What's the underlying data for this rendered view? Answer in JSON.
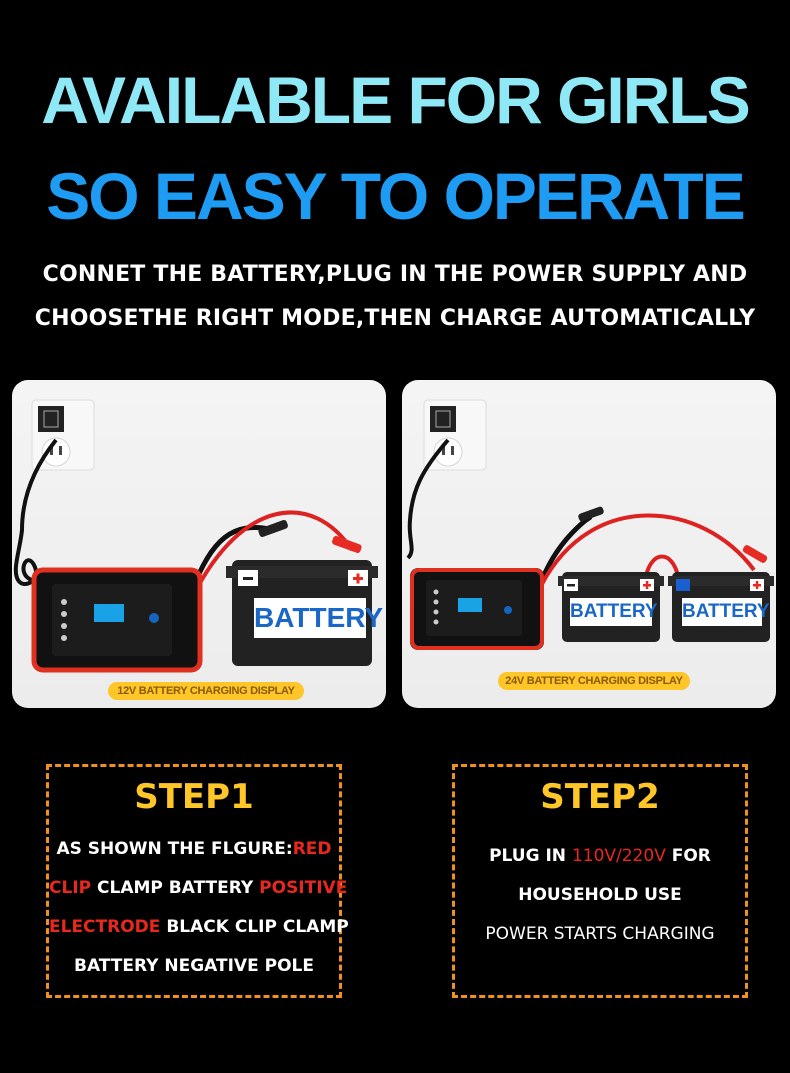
{
  "headline": {
    "line1": "AVAILABLE FOR GIRLS",
    "line2": "SO EASY TO OPERATE"
  },
  "subtitle": {
    "line1": "CONNET THE BATTERY,PLUG IN THE POWER SUPPLY AND",
    "line2": "CHOOSETHE RIGHT MODE,THEN CHARGE AUTOMATICALLY"
  },
  "panels": {
    "left": {
      "caption": "12V BATTERY CHARGING DISPLAY",
      "battery_label": "BATTERY"
    },
    "right": {
      "caption": "24V BATTERY CHARGING DISPLAY",
      "battery_label_1": "BATTERY",
      "battery_label_2": "BATTERY"
    }
  },
  "step1": {
    "title": "STEP1",
    "l1a": "AS SHOWN THE FLGURE:",
    "l1b": "RED",
    "l2a": "CLIP",
    "l2b": " CLAMP BATTERY ",
    "l2c": "POSITIVE",
    "l3a": "ELECTRODE",
    "l3b": " BLACK CLIP CLAMP",
    "l4": "BATTERY NEGATIVE POLE"
  },
  "step2": {
    "title": "STEP2",
    "l1a": "PLUG IN ",
    "l1b": "110V/220V",
    "l1c": " FOR",
    "l2": "HOUSEHOLD USE",
    "l3": "POWER STARTS CHARGING"
  },
  "colors": {
    "background": "#000000",
    "headline1": "#8ee8f5",
    "headline2": "#1e9cf3",
    "accent_red": "#e8281e",
    "step_title": "#ffc629",
    "dashed_border": "#f0901e",
    "caption_bg": "#ffc62a"
  }
}
